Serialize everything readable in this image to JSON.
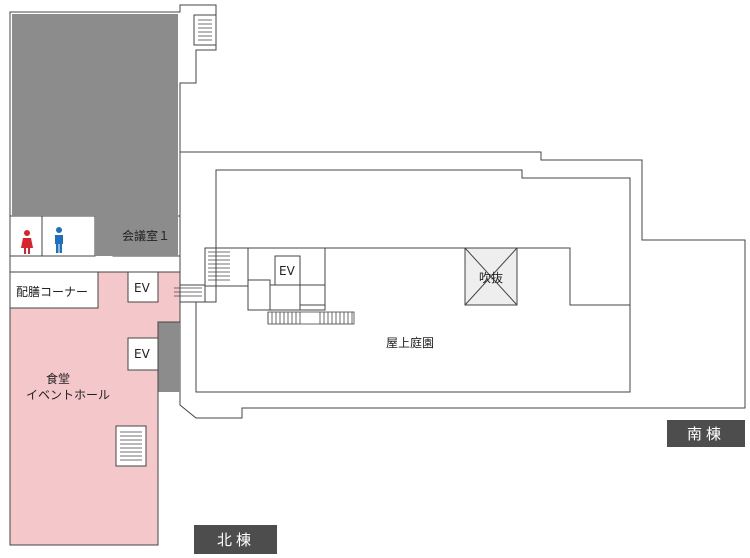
{
  "map": {
    "buildings": {
      "north": "北棟",
      "south": "南棟"
    },
    "rooms": {
      "meeting_room": "会議室１",
      "serving_corner": "配膳コーナー",
      "cafeteria_line1": "食堂",
      "cafeteria_line2": "イベントホール",
      "rooftop_garden": "屋上庭園",
      "atrium": "吹抜",
      "ev_north_upper": "EV",
      "ev_north_lower": "EV",
      "ev_center": "EV"
    },
    "icons": {
      "restroom_female": "female-restroom-icon",
      "restroom_male": "male-restroom-icon"
    },
    "colors": {
      "wall_stroke": "#444444",
      "service_gray": "#8c8c8c",
      "cafeteria_pink": "#f4c7ca",
      "badge_bg": "#4d4d4d",
      "female_red": "#d9232d",
      "male_blue": "#1e6fbf"
    }
  }
}
